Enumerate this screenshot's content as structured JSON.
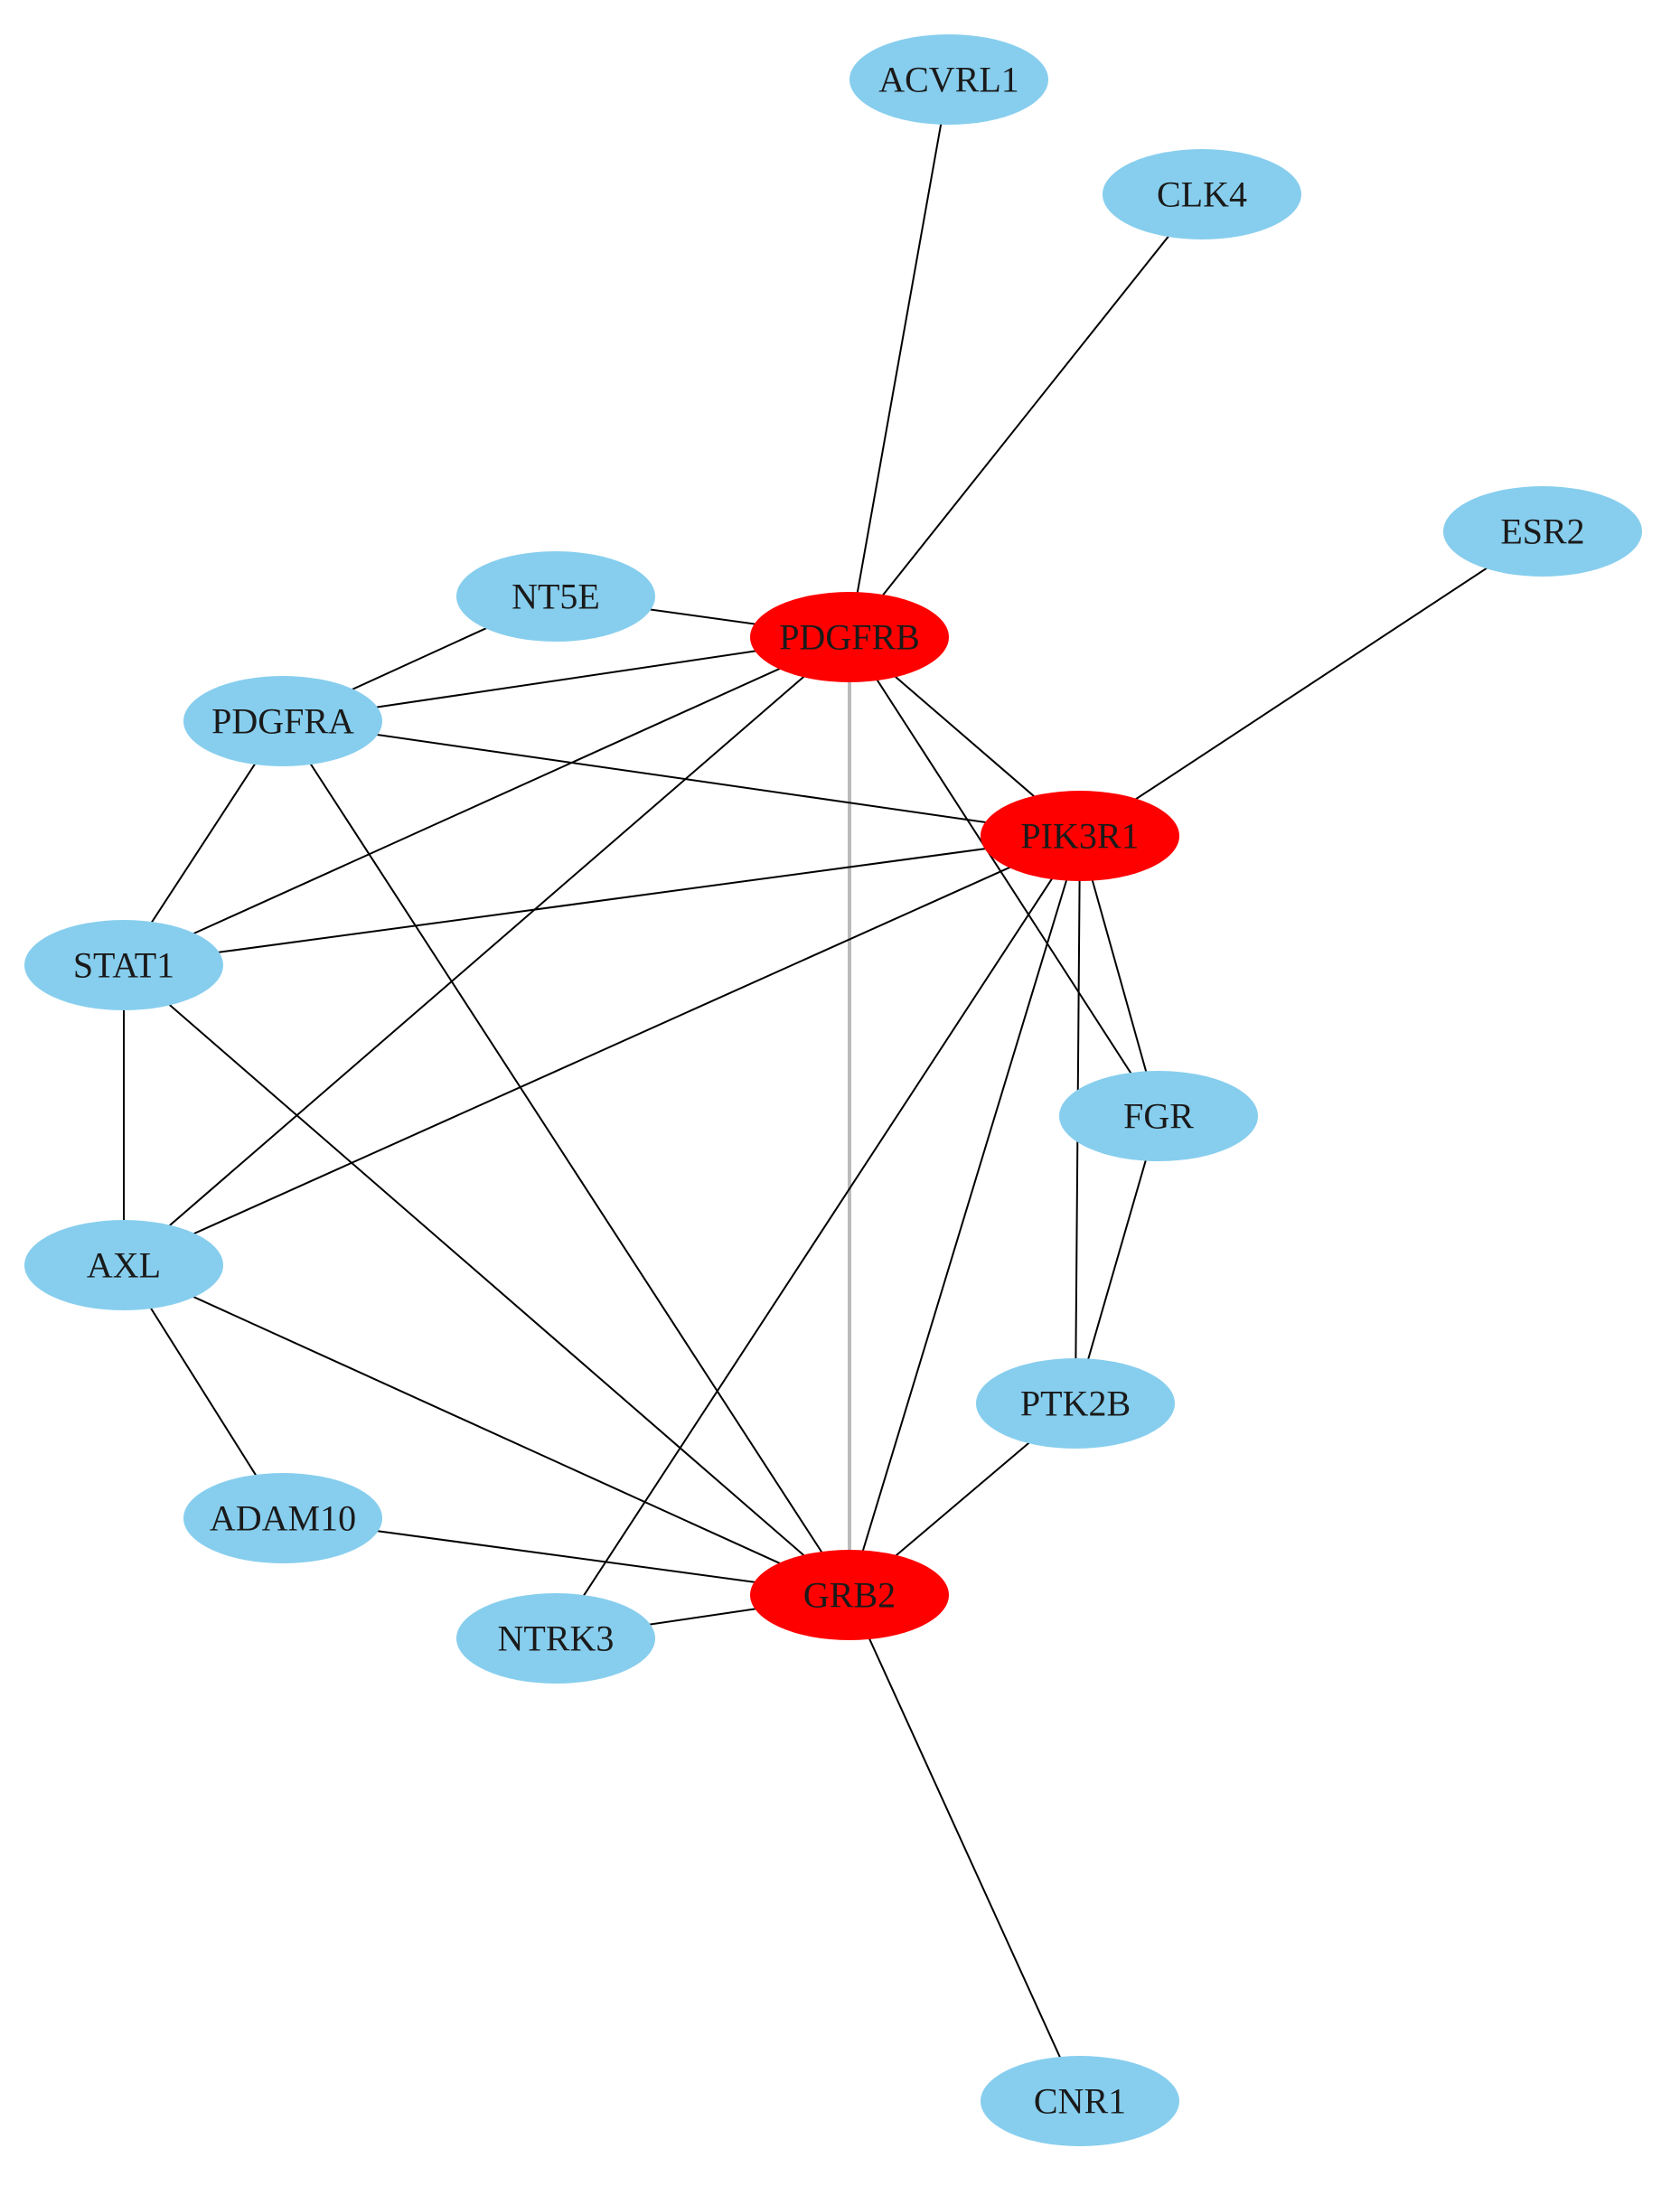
{
  "colors": {
    "hub": "#ff0000",
    "node": "#87ceee",
    "edge": "#000000",
    "edge_light": "#bbbbbb",
    "label": "#1a1a1a"
  },
  "nodes": [
    {
      "id": "ACVRL1",
      "label": "ACVRL1",
      "group": "node"
    },
    {
      "id": "CLK4",
      "label": "CLK4",
      "group": "node"
    },
    {
      "id": "ESR2",
      "label": "ESR2",
      "group": "node"
    },
    {
      "id": "NT5E",
      "label": "NT5E",
      "group": "node"
    },
    {
      "id": "PDGFRB",
      "label": "PDGFRB",
      "group": "hub"
    },
    {
      "id": "PDGFRA",
      "label": "PDGFRA",
      "group": "node"
    },
    {
      "id": "PIK3R1",
      "label": "PIK3R1",
      "group": "hub"
    },
    {
      "id": "STAT1",
      "label": "STAT1",
      "group": "node"
    },
    {
      "id": "FGR",
      "label": "FGR",
      "group": "node"
    },
    {
      "id": "AXL",
      "label": "AXL",
      "group": "node"
    },
    {
      "id": "PTK2B",
      "label": "PTK2B",
      "group": "node"
    },
    {
      "id": "ADAM10",
      "label": "ADAM10",
      "group": "node"
    },
    {
      "id": "GRB2",
      "label": "GRB2",
      "group": "hub"
    },
    {
      "id": "NTRK3",
      "label": "NTRK3",
      "group": "node"
    },
    {
      "id": "CNR1",
      "label": "CNR1",
      "group": "node"
    }
  ],
  "edges": [
    {
      "source": "PDGFRB",
      "target": "ACVRL1"
    },
    {
      "source": "PDGFRB",
      "target": "CLK4"
    },
    {
      "source": "PDGFRB",
      "target": "NT5E"
    },
    {
      "source": "PDGFRB",
      "target": "PDGFRA"
    },
    {
      "source": "PDGFRB",
      "target": "STAT1"
    },
    {
      "source": "PDGFRB",
      "target": "AXL"
    },
    {
      "source": "PDGFRB",
      "target": "PIK3R1"
    },
    {
      "source": "PDGFRB",
      "target": "FGR"
    },
    {
      "source": "PDGFRB",
      "target": "GRB2",
      "style": "light"
    },
    {
      "source": "PIK3R1",
      "target": "ESR2"
    },
    {
      "source": "PIK3R1",
      "target": "PDGFRA"
    },
    {
      "source": "PIK3R1",
      "target": "STAT1"
    },
    {
      "source": "PIK3R1",
      "target": "AXL"
    },
    {
      "source": "PIK3R1",
      "target": "FGR"
    },
    {
      "source": "PIK3R1",
      "target": "PTK2B"
    },
    {
      "source": "PIK3R1",
      "target": "GRB2"
    },
    {
      "source": "PIK3R1",
      "target": "NTRK3"
    },
    {
      "source": "NT5E",
      "target": "PDGFRA"
    },
    {
      "source": "PDGFRA",
      "target": "STAT1"
    },
    {
      "source": "PDGFRA",
      "target": "GRB2"
    },
    {
      "source": "STAT1",
      "target": "AXL"
    },
    {
      "source": "STAT1",
      "target": "GRB2"
    },
    {
      "source": "AXL",
      "target": "ADAM10"
    },
    {
      "source": "AXL",
      "target": "GRB2"
    },
    {
      "source": "FGR",
      "target": "PTK2B"
    },
    {
      "source": "PTK2B",
      "target": "GRB2"
    },
    {
      "source": "ADAM10",
      "target": "GRB2"
    },
    {
      "source": "NTRK3",
      "target": "GRB2"
    },
    {
      "source": "GRB2",
      "target": "CNR1"
    }
  ]
}
